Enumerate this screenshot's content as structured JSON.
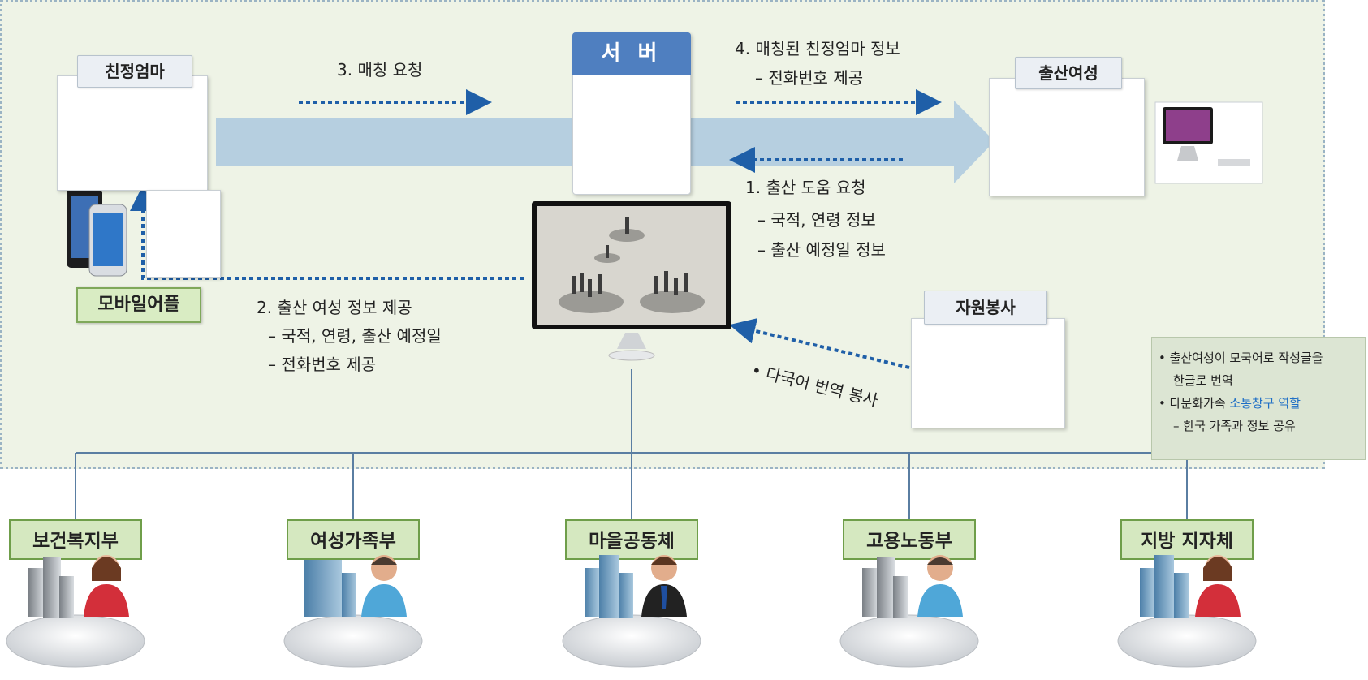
{
  "top": {
    "mother_label": "친정엄마",
    "server_label": "서 버",
    "woman_label": "출산여성",
    "volunteer_label": "자원봉사",
    "mobile_app_label": "모바일어플"
  },
  "flows": {
    "step3": "3. 매칭 요청",
    "step4_title": "4. 매칭된 친정엄마 정보",
    "step4_sub": "– 전화번호 제공",
    "step1_title": "1. 출산 도움 요청",
    "step1_sub1": "– 국적, 연령 정보",
    "step1_sub2": "– 출산 예정일 정보",
    "step2_title": "2. 출산 여성 정보 제공",
    "step2_sub1": "– 국적, 연령, 출산 예정일",
    "step2_sub2": "– 전화번호 제공",
    "translation": "• 다국어 번역 봉사"
  },
  "volunteer_note": {
    "line1": "• 출산여성이 모국어로 작성글을",
    "line2": "한글로 번역",
    "line3_prefix": "• 다문화가족 ",
    "line3_highlight": "소통창구 역할",
    "line4": "– 한국 가족과 정보 공유"
  },
  "organizations": [
    "보건복지부",
    "여성가족부",
    "마을공동체",
    "고용노동부",
    "지방 지자체"
  ],
  "colors": {
    "panel_bg": "#eef3e6",
    "arrow_band": "#b6cfe0",
    "dotted_arrow": "#1f5fa8",
    "server_header": "#4f7fc0",
    "org_label_bg": "#d5e8c0",
    "highlight": "#1f6fc6"
  },
  "icons": [
    "grandmother-photo",
    "smartphone-icon",
    "tablet-icon",
    "server-icon",
    "pregnant-woman-photo",
    "desktop-icon",
    "monitor-crowd-icon",
    "volunteer-person-icon",
    "building-person-icon"
  ]
}
